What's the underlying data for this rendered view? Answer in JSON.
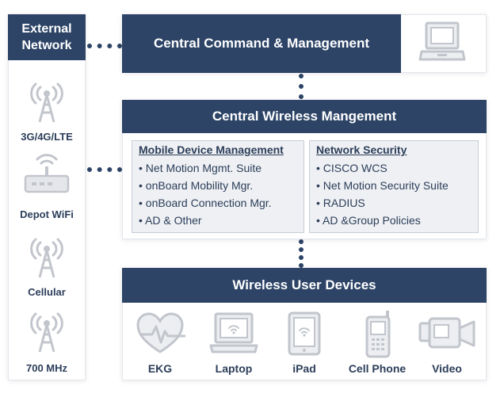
{
  "left_column": {
    "header": [
      "External",
      "Network"
    ],
    "items": [
      {
        "icon": "cell-tower-icon",
        "label": "3G/4G/LTE"
      },
      {
        "icon": "wifi-router-icon",
        "label": "Depot WiFi"
      },
      {
        "icon": "cell-tower-icon",
        "label": "Cellular"
      },
      {
        "icon": "cell-tower-icon",
        "label": "700 MHz"
      }
    ]
  },
  "command": {
    "title": "Central Command & Management",
    "icon": "laptop-icon"
  },
  "wireless_mgmt": {
    "title": "Central Wireless Mangement",
    "mdm": {
      "title": "Mobile Device Management",
      "items": [
        "• Net Motion Mgmt. Suite",
        "• onBoard Mobility Mgr.",
        "• onBoard Connection Mgr.",
        "• AD & Other"
      ]
    },
    "security": {
      "title": "Network Security",
      "items": [
        "• CISCO WCS",
        "• Net Motion Security Suite",
        "• RADIUS",
        "• AD &Group Policies"
      ]
    }
  },
  "devices": {
    "title": "Wireless User Devices",
    "items": [
      {
        "icon": "ekg-heart-icon",
        "label": "EKG"
      },
      {
        "icon": "laptop-icon",
        "label": "Laptop"
      },
      {
        "icon": "tablet-icon",
        "label": "iPad"
      },
      {
        "icon": "cell-phone-icon",
        "label": "Cell Phone"
      },
      {
        "icon": "video-camera-icon",
        "label": "Video"
      }
    ]
  },
  "colors": {
    "navy": "#2d4467",
    "icon_gray": "#c9ccd1",
    "sub_box_bg": "#eef0f3"
  }
}
